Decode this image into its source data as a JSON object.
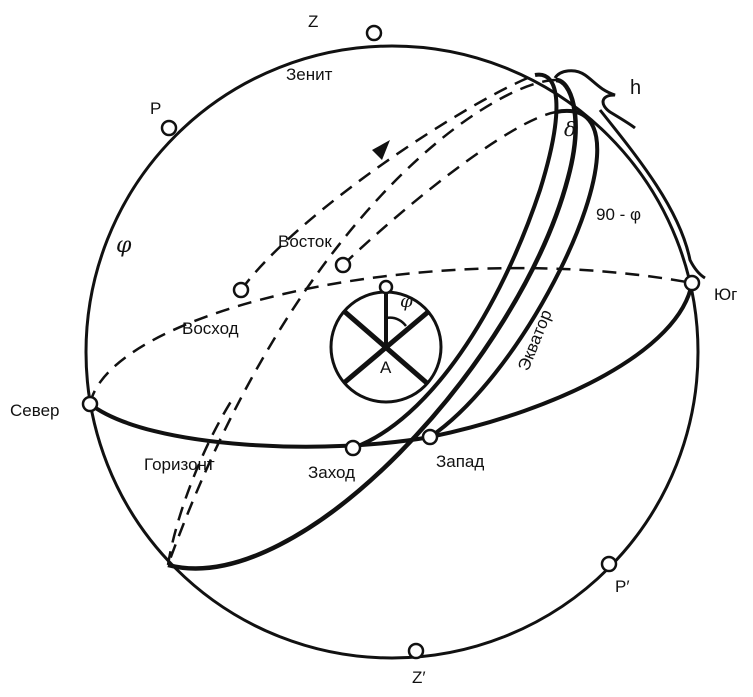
{
  "labels": {
    "zenith_letter": "Z",
    "zenith_word": "Зенит",
    "pole_letter": "P",
    "pole_opposite": "P′",
    "nadir_letter": "Z′",
    "phi_left": "φ",
    "phi_center": "φ",
    "h": "h",
    "delta": "δ",
    "ninety_minus_phi": "90 - φ",
    "east": "Восток",
    "sunrise": "Восход",
    "north": "Север",
    "south": "Юг",
    "horizon": "Горизонт",
    "sunset": "Заход",
    "west": "Запад",
    "equator": "Экватор",
    "center": "A"
  },
  "colors": {
    "line": "#111111",
    "background": "#ffffff"
  }
}
